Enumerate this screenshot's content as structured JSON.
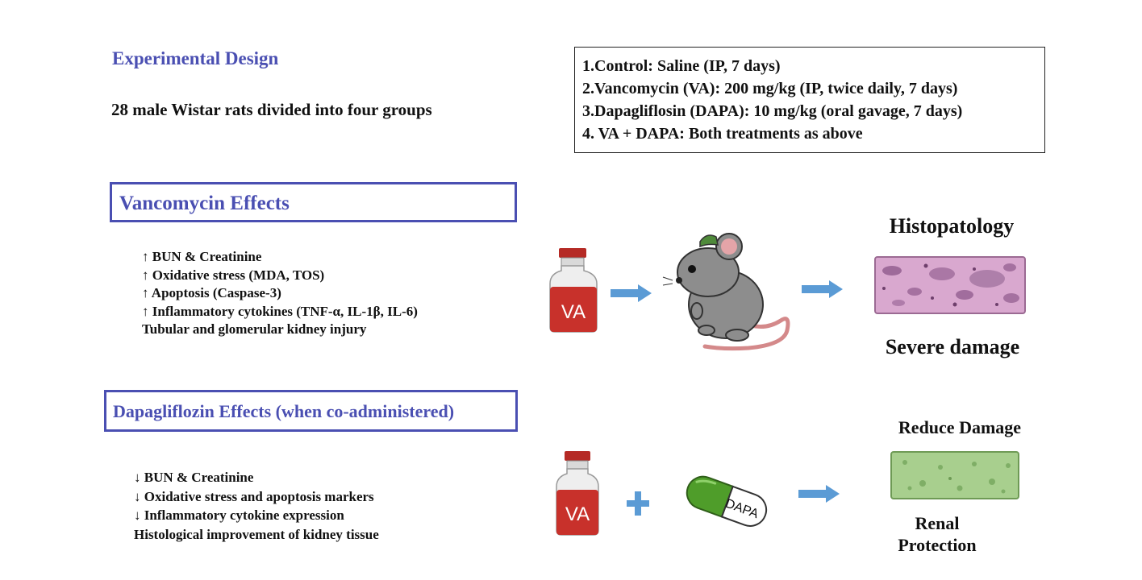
{
  "experimental_design": {
    "title": "Experimental Design",
    "description": "28 male Wistar rats divided into four groups"
  },
  "groups": [
    "1.Control: Saline (IP, 7 days)",
    "2.Vancomycin (VA): 200 mg/kg (IP, twice daily, 7 days)",
    "3.Dapagliflosin (DAPA): 10 mg/kg (oral gavage, 7 days)",
    "4. VA + DAPA: Both treatments as above"
  ],
  "vancomycin_section": {
    "title": "Vancomycin Effects",
    "effects": [
      "↑ BUN & Creatinine",
      "↑ Oxidative stress (MDA, TOS)",
      "↑ Apoptosis (Caspase-3)",
      "↑ Inflammatory cytokines (TNF-α, IL-1β, IL-6)",
      "Tubular and glomerular kidney injury"
    ]
  },
  "dapagliflozin_section": {
    "title": "Dapagliflozin Effects (when co-administered)",
    "effects": [
      "↓ BUN & Creatinine",
      "↓ Oxidative stress and apoptosis markers",
      "↓ Inflammatory cytokine expression",
      "Histological improvement of kidney tissue"
    ]
  },
  "illustration": {
    "vial_label": "VA",
    "pill_label": "DAPA",
    "histology_title": "Histopatology",
    "histology_result": "Severe damage",
    "protection_title": "Reduce Damage",
    "protection_result": [
      "Renal",
      "Protection"
    ]
  },
  "colors": {
    "heading_blue": "#4a4fb2",
    "arrow_blue": "#5b9bd5",
    "vial_red": "#c8312b",
    "damaged_tissue": "#d9a8cf",
    "healthy_tissue": "#a8cf8e",
    "pill_green": "#4f9d2a"
  },
  "icons": [
    "vial-icon",
    "rat-icon",
    "pill-icon",
    "arrow-right-icon",
    "plus-icon",
    "tissue-icon"
  ]
}
